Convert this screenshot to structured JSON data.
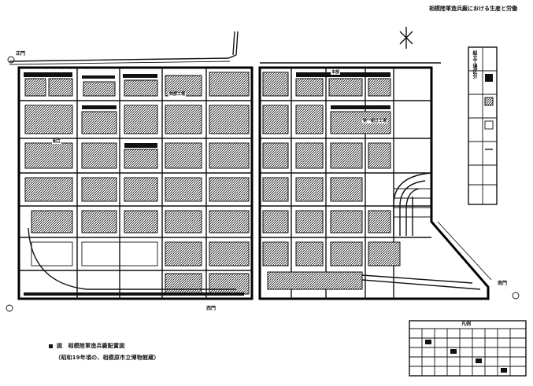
{
  "header": {
    "title": "相模陸軍造兵廠における生産と労働"
  },
  "map": {
    "gate_left": "正門",
    "gate_bottom": "西門",
    "gate_right": "南門",
    "labels": {
      "nishi_bldg": "西部工場",
      "dai1": "第一組立工場",
      "mid_label": "組立",
      "hq": "本部"
    },
    "colors": {
      "ink": "#111111",
      "paper": "#ffffff"
    }
  },
  "legend": {
    "top_box": [
      "組",
      "立",
      "工",
      "場",
      "区",
      "分"
    ],
    "bottom_table_title": "凡例"
  },
  "caption": {
    "line1": "図　相模陸軍造兵廠配置図",
    "line2": "（昭和19年頃の、相模原市立博物館蔵）"
  }
}
